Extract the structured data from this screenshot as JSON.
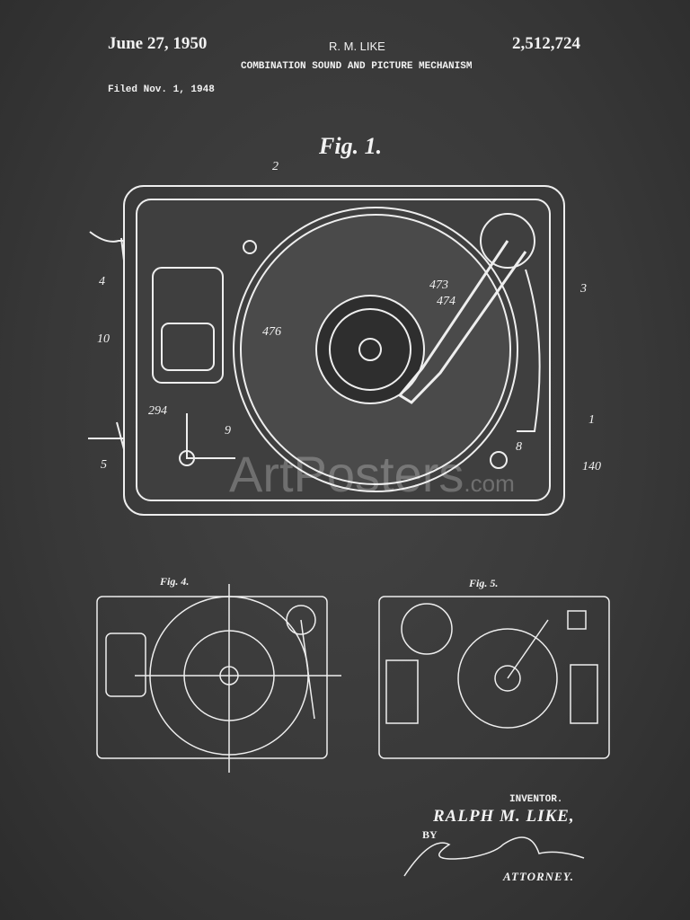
{
  "header": {
    "date": "June 27, 1950",
    "inventor_short": "R. M. LIKE",
    "patent_number": "2,512,724",
    "title": "COMBINATION SOUND AND PICTURE MECHANISM",
    "filed": "Filed Nov. 1, 1948"
  },
  "figures": {
    "fig1": "Fig. 1.",
    "fig4": "Fig. 4.",
    "fig5": "Fig. 5."
  },
  "fig1_labels": {
    "l2": "2",
    "l3": "3",
    "l4": "4",
    "l10": "10",
    "l473": "473",
    "l474": "474",
    "l476": "476",
    "l294": "294",
    "l9": "9",
    "l5": "5",
    "l8": "8",
    "l1": "1",
    "l140": "140"
  },
  "signature": {
    "inventor_label": "INVENTOR.",
    "inventor": "RALPH M. LIKE,",
    "by": "BY",
    "signature": "Calvin Brown",
    "attorney": "ATTORNEY."
  },
  "watermark": {
    "brand": "ArtPosters",
    "suffix": ".com"
  }
}
